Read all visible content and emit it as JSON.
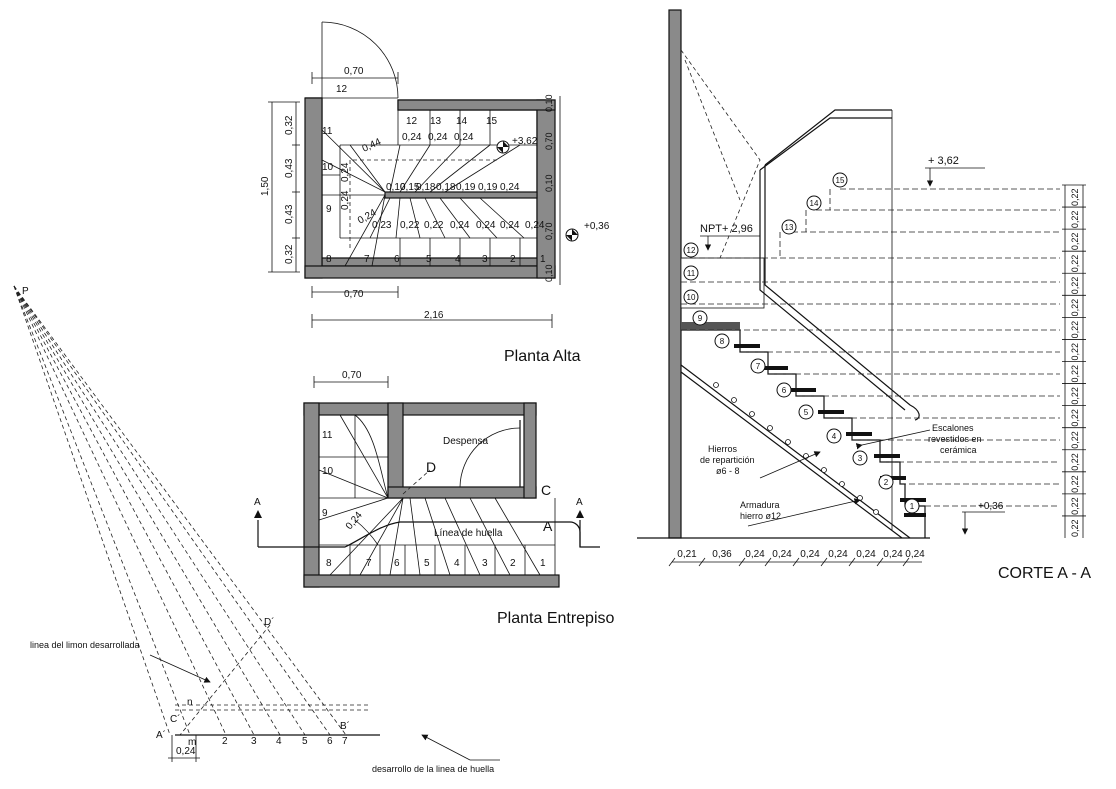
{
  "titles": {
    "planta_alta": "Planta Alta",
    "planta_entrepiso": "Planta Entrepiso",
    "corte": "CORTE A - A"
  },
  "planta_alta": {
    "step_numbers": [
      "1",
      "2",
      "3",
      "4",
      "5",
      "6",
      "7",
      "8",
      "9",
      "10",
      "11",
      "12",
      "13",
      "14",
      "15"
    ],
    "door_label": "12",
    "dims": {
      "top_width": "0,70",
      "bottom_width": "0,70",
      "total_width": "2,16",
      "total_height": "1,50",
      "left_segments": [
        "0,32",
        "0,43",
        "0,43",
        "0,32"
      ],
      "right_segments": [
        "0,10",
        "0,70",
        "0,10",
        "0,70",
        "0,10"
      ],
      "top_treads": [
        "0,24",
        "0,24",
        "0,24"
      ],
      "winder_top": "0,44",
      "winder_left_a": "0,24",
      "winder_left_b": "0,24",
      "winder_diag": "0,24",
      "mid_row": [
        "0,10",
        "0,15",
        "0,18",
        "0,18",
        "0,19",
        "0,19",
        "0,24"
      ],
      "lower_row": [
        "0,23",
        "0,22",
        "0,22",
        "0,24",
        "0,24",
        "0,24",
        "0,24"
      ]
    },
    "levels": [
      "+3,62",
      "+0,36"
    ]
  },
  "planta_entrepiso": {
    "step_numbers": [
      "1",
      "2",
      "3",
      "4",
      "5",
      "6",
      "7",
      "8",
      "9",
      "10",
      "11"
    ],
    "top_width": "0,70",
    "room_label": "Despensa",
    "walk_line_label": "Línea de huella",
    "points": [
      "A",
      "C",
      "D"
    ],
    "section_marks": [
      "A",
      "A"
    ],
    "winder_dim": "0,24"
  },
  "development": {
    "point_p": "P",
    "point_d": "D´",
    "point_b": "B´",
    "point_a": "A´",
    "point_c": "C´",
    "point_n": "n",
    "point_m": "m",
    "numbers": [
      "2",
      "3",
      "4",
      "5",
      "6",
      "7"
    ],
    "dim": "0,24",
    "label_limon": "linea del limon desarrollada",
    "label_huella": "desarrollo de la linea de huella"
  },
  "corte": {
    "circled_steps": [
      "1",
      "2",
      "3",
      "4",
      "5",
      "6",
      "7",
      "8",
      "9",
      "10",
      "11",
      "12",
      "13",
      "14",
      "15"
    ],
    "npt_label": "NPT+ 2,96",
    "level_top": "+ 3,62",
    "level_bottom": "+0,36",
    "riser_dims": [
      "0,22",
      "0,22",
      "0,22",
      "0,22",
      "0,22",
      "0,22",
      "0,22",
      "0,22",
      "0,22",
      "0,22",
      "0,22",
      "0,22",
      "0,22",
      "0,22",
      "0,22",
      "0,22"
    ],
    "bottom_dims": [
      "0,21",
      "0,36",
      "0,24",
      "0,24",
      "0,24",
      "0,24",
      "0,24",
      "0,24",
      "0,24"
    ],
    "note_escalones": [
      "Escalones",
      "revestidos en",
      "cerámica"
    ],
    "note_hierros": [
      "Hierros",
      "de repartición",
      "ø6 - 8"
    ],
    "note_armadura": [
      "Armadura",
      "hierro ø12"
    ]
  }
}
